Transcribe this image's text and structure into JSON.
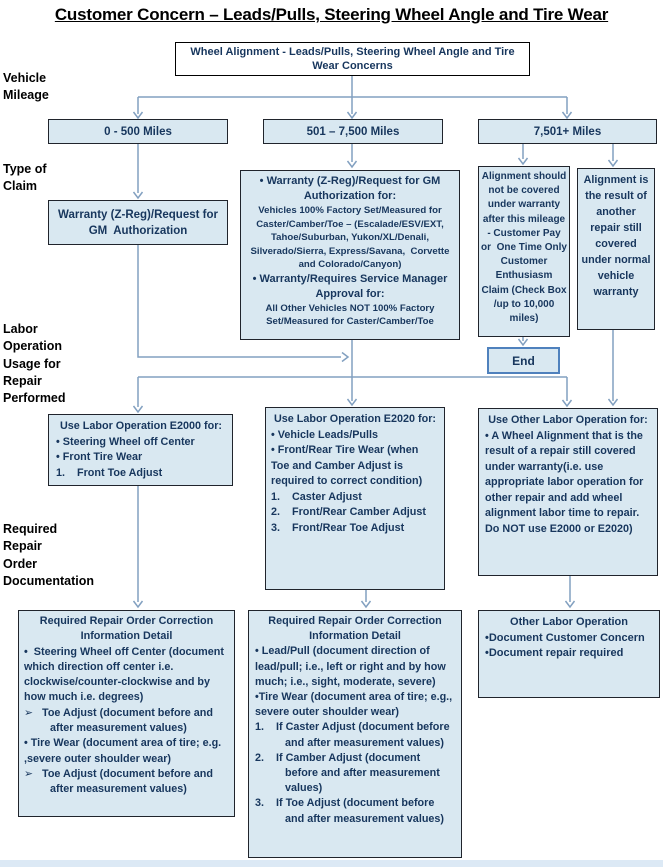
{
  "colors": {
    "box-fill": "#d9e8f1",
    "box-border": "#20242c",
    "text-navy": "#17365d",
    "label-black": "#000000",
    "connector": "#82a0c0",
    "end-border": "#4f81bd",
    "footer-band": "#dce9f5",
    "page-bg": "#ffffff",
    "start-border": "#000000"
  },
  "title": "Customer Concern – Leads/Pulls, Steering Wheel Angle and Tire Wear",
  "side_labels": {
    "vehicle_mileage": "Vehicle\nMileage",
    "type_of_claim": "Type of\nClaim",
    "labor_operation": "Labor\nOperation\nUsage for\nRepair\nPerformed",
    "required_documentation": "Required\nRepair\nOrder\nDocumentation"
  },
  "start_box": "Wheel Alignment - Leads/Pulls, Steering Wheel Angle and Tire Wear Concerns",
  "mileage": {
    "low": "0 - 500 Miles",
    "mid": "501 – 7,500 Miles",
    "high": "7,501+ Miles"
  },
  "claim_low": "Warranty (Z-Reg)/Request for GM  Authorization",
  "claim_mid": {
    "h1": "• Warranty (Z-Reg)/Request for GM Authorization for:",
    "b1": "Vehicles 100% Factory Set/Measured for Caster/Camber/Toe – (Escalade/ESV/EXT, Tahoe/Suburban, Yukon/XL/Denali, Silverado/Sierra, Express/Savana,  Corvette and Colorado/Canyon)",
    "h2": "• Warranty/Requires Service Manager Approval for:",
    "b2": "All Other Vehicles NOT 100% Factory Set/Measured for Caster/Camber/Toe"
  },
  "claim_high_pay": "Alignment should not be covered under warranty after this mileage - Customer Pay or  One Time Only Customer Enthusiasm Claim (Check Box /up to 10,000 miles)",
  "end_label": "End",
  "claim_high_warranty": "Alignment is the result of another repair still covered under normal vehicle warranty",
  "labor_e2000": {
    "heading": "Use Labor Operation E2000 for:",
    "items": [
      "• Steering Wheel off Center",
      "• Front Tire Wear",
      "1.    Front Toe Adjust"
    ]
  },
  "labor_e2020": {
    "heading": "Use Labor Operation E2020 for:",
    "items": [
      "• Vehicle Leads/Pulls",
      "• Front/Rear Tire Wear (when Toe and Camber Adjust is required to correct condition)",
      "1.    Caster Adjust",
      "2.    Front/Rear Camber Adjust",
      "3.    Front/Rear Toe Adjust"
    ]
  },
  "labor_other": {
    "heading": "Use Other Labor Operation for:",
    "body": "• A Wheel Alignment that is the result of a repair still covered under warranty(i.e. use appropriate labor operation for other repair and add wheel alignment labor time to repair. Do NOT use E2000 or E2020)"
  },
  "doc_low": {
    "heading": "Required Repair Order Correction Information Detail",
    "items": [
      "•  Steering Wheel off Center (document which direction off center i.e. clockwise/counter-clockwise and by how much i.e. degrees)",
      "➢   Toe Adjust (document before and after measurement values)",
      "• Tire Wear (document area of tire; e.g. ,severe outer shoulder wear)",
      "➢   Toe Adjust (document before and after measurement values)"
    ]
  },
  "doc_mid": {
    "heading": "Required Repair Order Correction Information Detail",
    "items": [
      "• Lead/Pull (document direction of lead/pull; i.e., left or right and by how much; i.e., sight, moderate, severe)",
      "•Tire Wear (document area of tire; e.g., severe outer shoulder wear)",
      "1.    If Caster Adjust (document before and after measurement values)",
      "2.    If Camber Adjust (document before and after measurement values)",
      "3.    If Toe Adjust (document before and after measurement values)"
    ]
  },
  "doc_high": {
    "heading": "Other Labor Operation",
    "items": [
      "•Document Customer Concern",
      "•Document repair required"
    ]
  }
}
